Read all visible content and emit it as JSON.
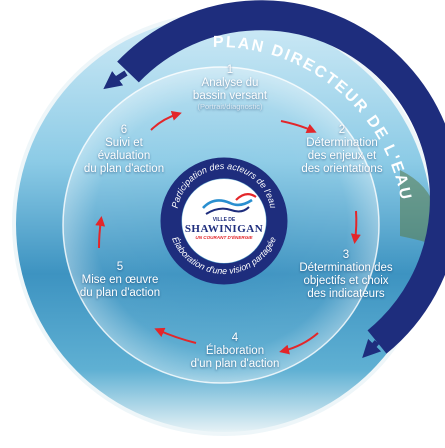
{
  "title": "PLAN DIRECTEUR DE L'EAU",
  "inner_ring": {
    "top": "Participation des acteurs de l'eau",
    "bottom": "Élaboration d'une vision partagée"
  },
  "logo": {
    "prefix": "VILLE DE",
    "name": "SHAWINIGAN",
    "tagline": "UN COURANT D'ÉNERGIE"
  },
  "steps": [
    {
      "num": "1",
      "lines": [
        "Analyse du",
        "bassin versant"
      ],
      "note": "(Portrait/diagnostic)"
    },
    {
      "num": "2",
      "lines": [
        "Détermination",
        "des enjeux et",
        "des orientations"
      ]
    },
    {
      "num": "3",
      "lines": [
        "Détermination des",
        "objectifs et choix",
        "des indicateurs"
      ]
    },
    {
      "num": "4",
      "lines": [
        "Élaboration",
        "d'un plan d'action"
      ]
    },
    {
      "num": "5",
      "lines": [
        "Mise en œuvre",
        "du plan d'action"
      ]
    },
    {
      "num": "6",
      "lines": [
        "Suivi et",
        "évaluation",
        "du plan d'action"
      ]
    }
  ],
  "colors": {
    "ring_navy": "#1e2d7d",
    "arrow_red": "#e3262a",
    "sea": "#3f9bc6",
    "sky": "#bfe3f3",
    "white": "#ffffff"
  }
}
